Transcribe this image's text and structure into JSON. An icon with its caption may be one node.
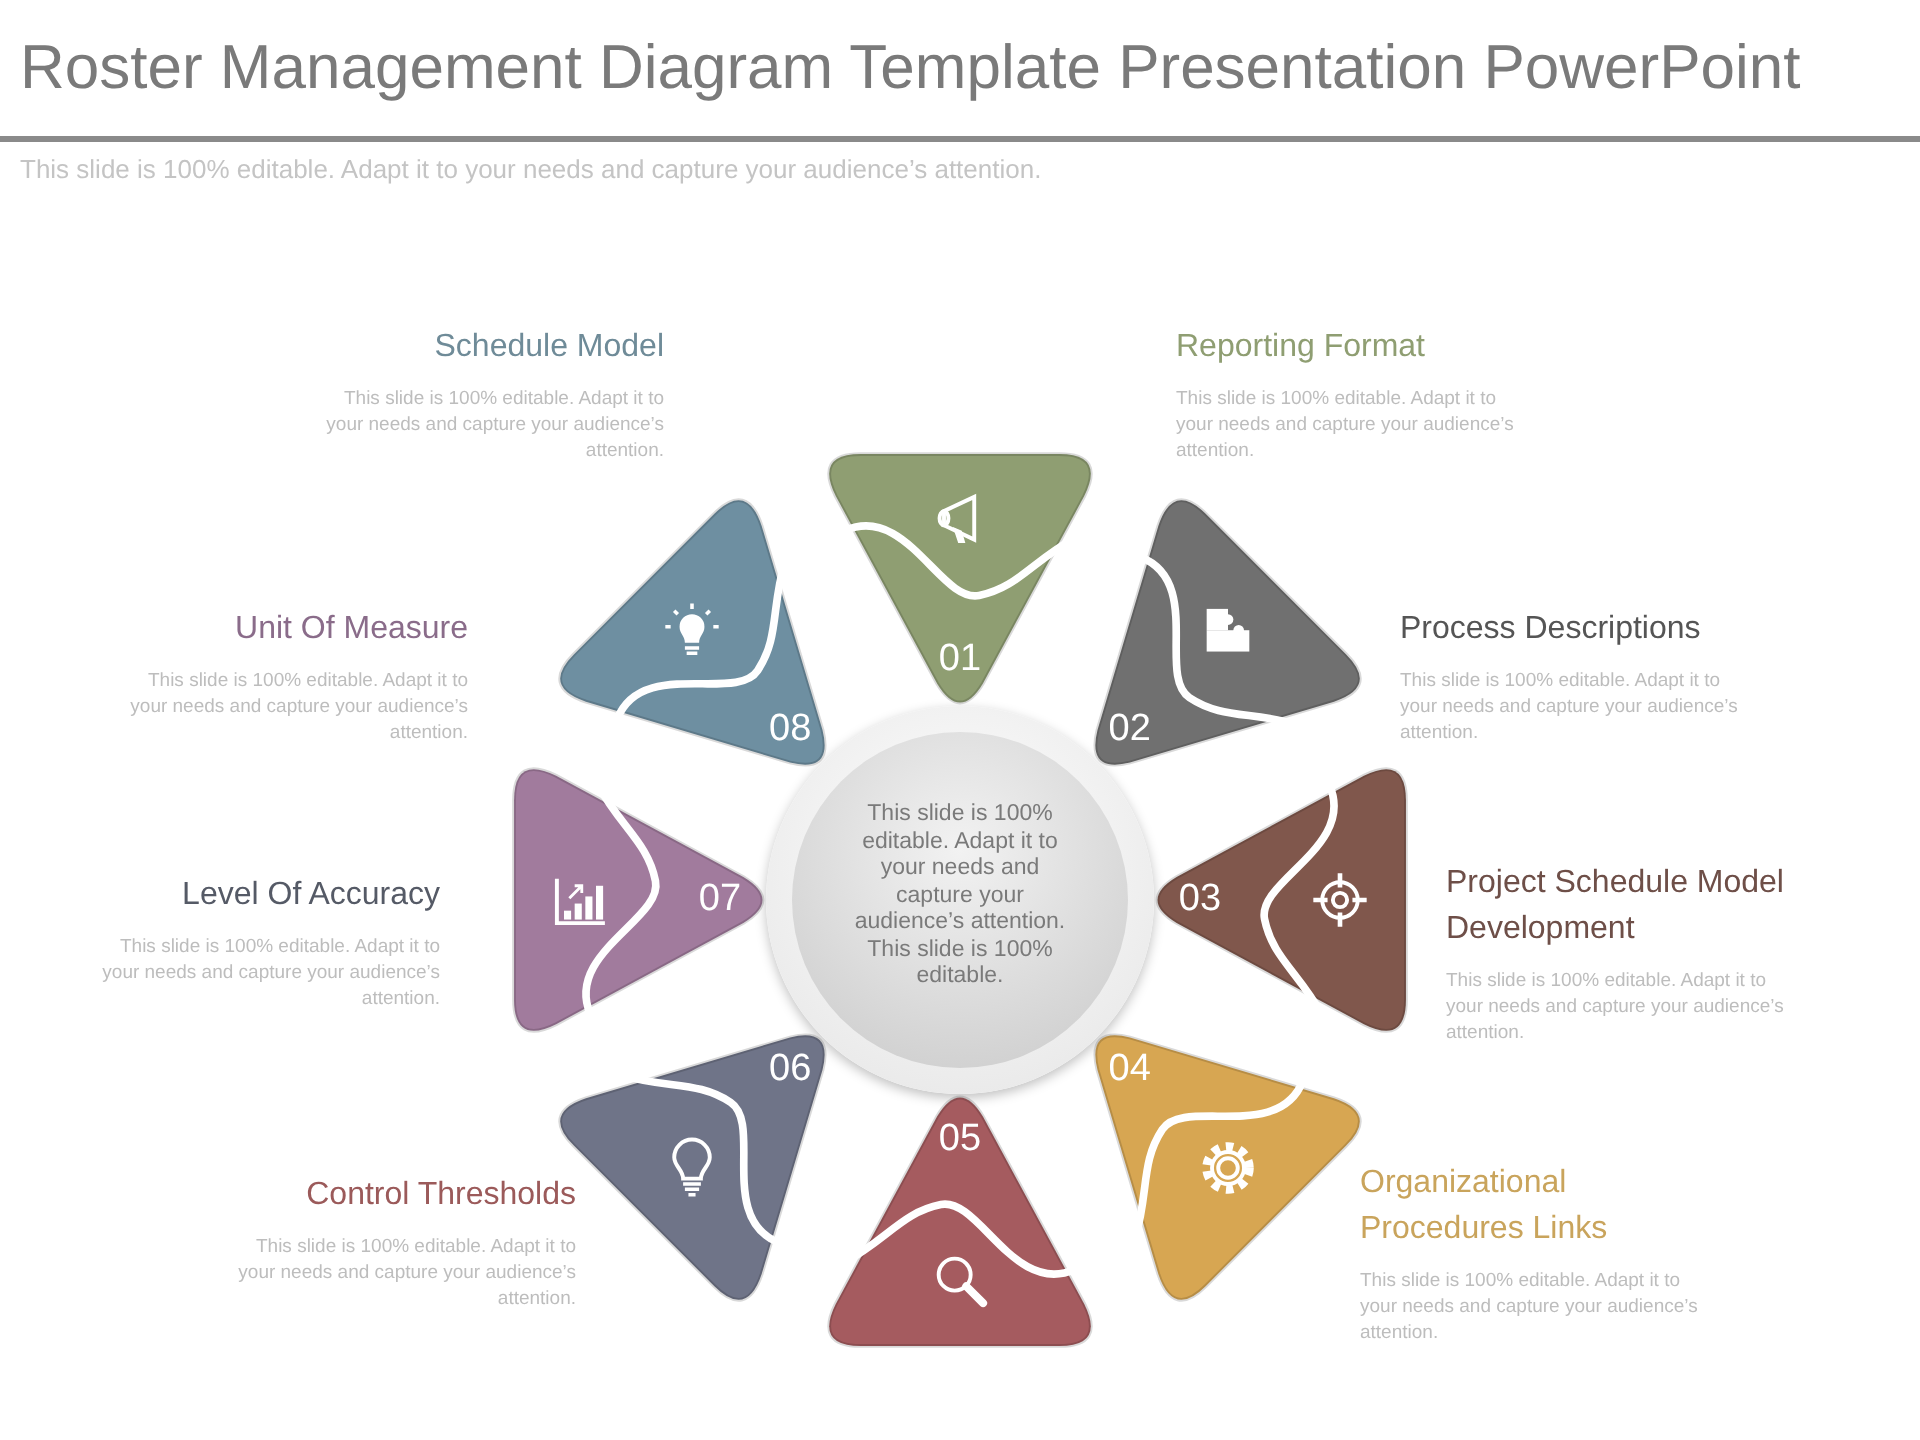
{
  "diagram": {
    "title": "Roster Management Diagram Template Presentation PowerPoint",
    "nodes": [
      {
        "text": [
          "This slide is 100% editable. Adapt it to your needs and capture your audience’s attention. This slide is 100% editable."
        ]
      },
      {
        "text": [
          "01"
        ]
      },
      {
        "text": [
          "02"
        ]
      },
      {
        "text": [
          "03"
        ]
      },
      {
        "text": [
          "04"
        ]
      },
      {
        "text": [
          "05"
        ]
      },
      {
        "text": [
          "06"
        ]
      },
      {
        "text": [
          "07"
        ]
      },
      {
        "text": [
          "08"
        ]
      }
    ],
    "labels": [
      "This slide is 100% editable. Adapt it to your needs and capture your audience’s attention.",
      "Schedule Model",
      "This slide is 100% editable. Adapt it to your needs and capture your audience’s attention.",
      "Reporting Format",
      "This slide is 100% editable. Adapt it to your needs and capture your audience’s attention.",
      "Unit Of Measure",
      "This slide is 100% editable. Adapt it to your needs and capture your audience’s attention.",
      "Process Descriptions",
      "This slide is 100% editable. Adapt it to your needs and capture your audience’s attention.",
      "Level Of Accuracy",
      "This slide is 100% editable. Adapt it to your needs and capture your audience’s attention.",
      "Project Schedule Model Development",
      "This slide is 100% editable. Adapt it to your needs and capture your audience’s attention.",
      "Control Thresholds",
      "This slide is 100% editable. Adapt it to your needs and capture your audience’s attention.",
      "Organizational Procedures Links",
      "This slide is 100% editable. Adapt it to your needs and capture your audience’s attention."
    ]
  }
}
